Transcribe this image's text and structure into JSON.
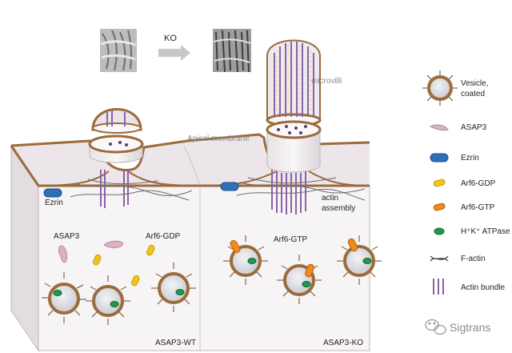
{
  "micrographs": {
    "arrow_label": "KO"
  },
  "labels": {
    "microvilli": "microvilli",
    "apical_membrane": "Apical membrane",
    "ezrin": "Ezrin",
    "actin_assembly_line1": "actin",
    "actin_assembly_line2": "assembly",
    "asap3": "ASAP3",
    "arf6_gdp": "Arf6-GDP",
    "arf6_gtp": "Arf6-GTP",
    "panel_wt": "ASAP3-WT",
    "panel_ko": "ASAP3-KO"
  },
  "legend": {
    "items": [
      {
        "label_line1": "Vesicle,",
        "label_line2": "coated",
        "icon": "vesicle-icon"
      },
      {
        "label_line1": "ASAP3",
        "label_line2": "",
        "icon": "asap3-icon"
      },
      {
        "label_line1": "Ezrin",
        "label_line2": "",
        "icon": "ezrin-icon"
      },
      {
        "label_line1": "Arf6-GDP",
        "label_line2": "",
        "icon": "arf6-gdp-icon"
      },
      {
        "label_line1": "Arf6-GTP",
        "label_line2": "",
        "icon": "arf6-gtp-icon"
      },
      {
        "label_line1": "H⁺K⁺ ATPase",
        "label_line2": "",
        "icon": "atpase-icon"
      },
      {
        "label_line1": "F-actin",
        "label_line2": "",
        "icon": "f-actin-icon"
      },
      {
        "label_line1": "Actin bundle",
        "label_line2": "",
        "icon": "actin-bundle-icon"
      }
    ]
  },
  "watermark": {
    "text": "Sigtrans"
  },
  "colors": {
    "membrane_brown": "#9c6b3a",
    "surface": "#e9e3e6",
    "actin_purple": "#8a63a8",
    "ezrin_blue": "#2f6fb8",
    "gdp_yellow": "#f0c419",
    "gtp_orange": "#f08a1c",
    "atpase_green": "#1f9a4c",
    "asap3_pink": "#d9b3c4"
  }
}
